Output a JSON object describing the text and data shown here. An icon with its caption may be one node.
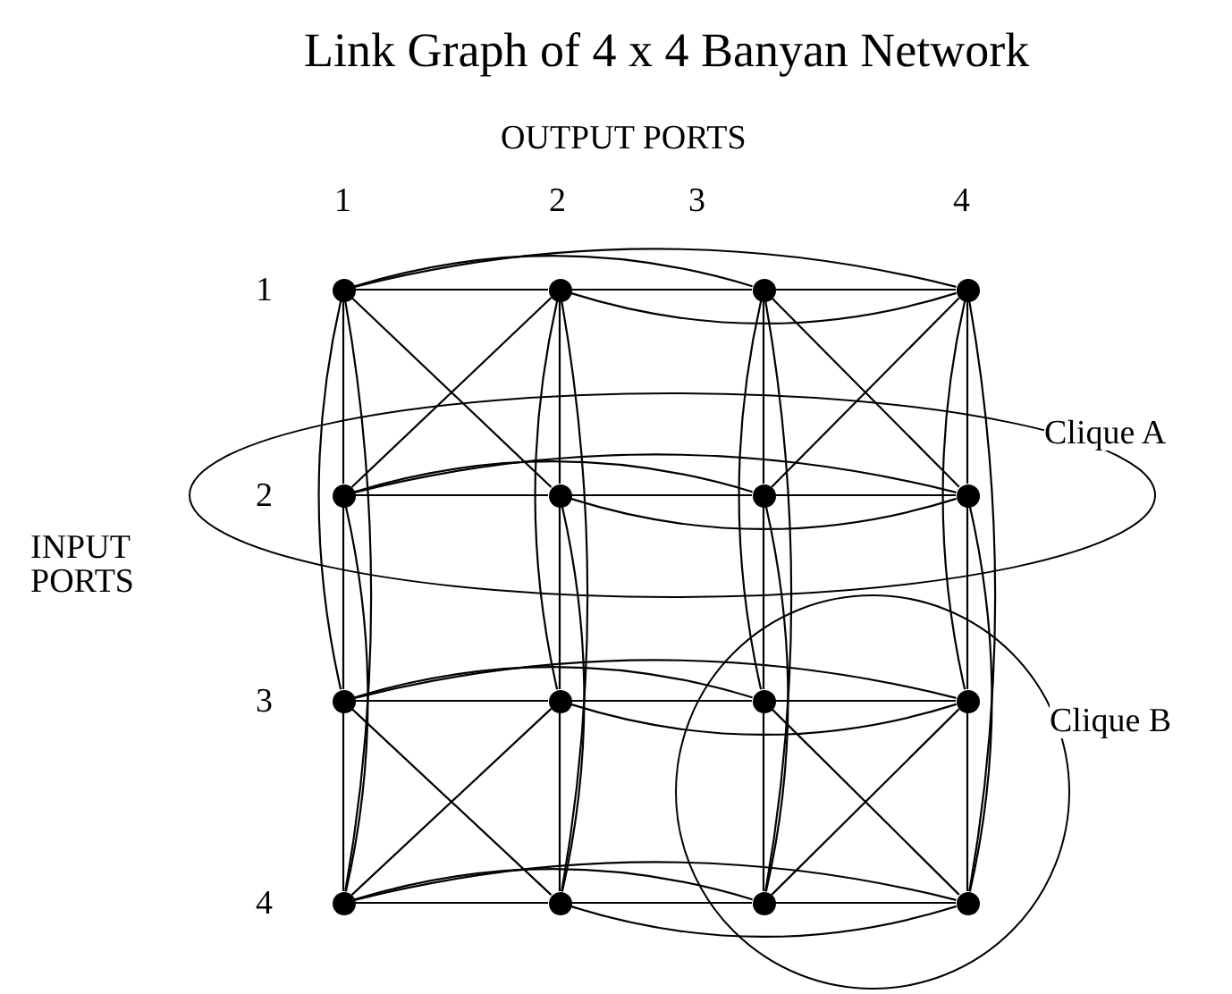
{
  "diagram": {
    "title": "Link Graph of 4 x 4 Banyan Network",
    "nodes": [
      {
        "text": [],
        "shape": "circle"
      },
      {
        "text": [],
        "shape": "circle"
      },
      {
        "text": [],
        "shape": "circle"
      },
      {
        "text": [],
        "shape": "circle"
      },
      {
        "text": [
          "Clique A"
        ]
      },
      {
        "text": [],
        "shape": "circle",
        "in": 4
      },
      {
        "text": [],
        "shape": "circle",
        "in": 4
      },
      {
        "text": [],
        "shape": "circle",
        "in": 4
      },
      {
        "text": [],
        "shape": "circle",
        "in": 4
      },
      {
        "text": [
          "Clique B"
        ]
      },
      {
        "text": [],
        "shape": "circle"
      },
      {
        "text": [],
        "shape": "circle"
      },
      {
        "text": [],
        "shape": "circle",
        "in": 9
      },
      {
        "text": [],
        "shape": "circle",
        "in": 9
      },
      {
        "text": [],
        "shape": "circle"
      },
      {
        "text": [],
        "shape": "circle"
      },
      {
        "text": [],
        "shape": "circle",
        "in": 9
      },
      {
        "text": [],
        "shape": "circle",
        "in": 9
      }
    ],
    "edges": [
      {
        "from": 0,
        "to": 1,
        "arrow": "none"
      },
      {
        "from": 1,
        "to": 2,
        "arrow": "none"
      },
      {
        "from": 2,
        "to": 3,
        "arrow": "none"
      },
      {
        "from": 0,
        "to": 2,
        "arrow": "none"
      },
      {
        "from": 1,
        "to": 3,
        "arrow": "none"
      },
      {
        "from": 0,
        "to": 3,
        "arrow": "none"
      },
      {
        "from": 5,
        "to": 6,
        "arrow": "none"
      },
      {
        "from": 6,
        "to": 7,
        "arrow": "none"
      },
      {
        "from": 7,
        "to": 8,
        "arrow": "none"
      },
      {
        "from": 5,
        "to": 7,
        "arrow": "none"
      },
      {
        "from": 6,
        "to": 8,
        "arrow": "none"
      },
      {
        "from": 5,
        "to": 8,
        "arrow": "none"
      },
      {
        "from": 10,
        "to": 11,
        "arrow": "none"
      },
      {
        "from": 11,
        "to": 12,
        "arrow": "none"
      },
      {
        "from": 12,
        "to": 13,
        "arrow": "none"
      },
      {
        "from": 10,
        "to": 12,
        "arrow": "none"
      },
      {
        "from": 11,
        "to": 13,
        "arrow": "none"
      },
      {
        "from": 10,
        "to": 13,
        "arrow": "none"
      },
      {
        "from": 14,
        "to": 15,
        "arrow": "none"
      },
      {
        "from": 15,
        "to": 16,
        "arrow": "none"
      },
      {
        "from": 16,
        "to": 17,
        "arrow": "none"
      },
      {
        "from": 14,
        "to": 16,
        "arrow": "none"
      },
      {
        "from": 15,
        "to": 17,
        "arrow": "none"
      },
      {
        "from": 14,
        "to": 17,
        "arrow": "none"
      },
      {
        "from": 0,
        "to": 5,
        "arrow": "none"
      },
      {
        "from": 5,
        "to": 10,
        "arrow": "none"
      },
      {
        "from": 10,
        "to": 14,
        "arrow": "none"
      },
      {
        "from": 0,
        "to": 10,
        "arrow": "none"
      },
      {
        "from": 5,
        "to": 14,
        "arrow": "none"
      },
      {
        "from": 0,
        "to": 14,
        "arrow": "none"
      },
      {
        "from": 1,
        "to": 6,
        "arrow": "none"
      },
      {
        "from": 6,
        "to": 11,
        "arrow": "none"
      },
      {
        "from": 11,
        "to": 15,
        "arrow": "none"
      },
      {
        "from": 1,
        "to": 11,
        "arrow": "none"
      },
      {
        "from": 6,
        "to": 15,
        "arrow": "none"
      },
      {
        "from": 1,
        "to": 15,
        "arrow": "none"
      },
      {
        "from": 2,
        "to": 7,
        "arrow": "none"
      },
      {
        "from": 7,
        "to": 12,
        "arrow": "none"
      },
      {
        "from": 12,
        "to": 16,
        "arrow": "none"
      },
      {
        "from": 2,
        "to": 12,
        "arrow": "none"
      },
      {
        "from": 7,
        "to": 16,
        "arrow": "none"
      },
      {
        "from": 2,
        "to": 16,
        "arrow": "none"
      },
      {
        "from": 3,
        "to": 8,
        "arrow": "none"
      },
      {
        "from": 8,
        "to": 13,
        "arrow": "none"
      },
      {
        "from": 13,
        "to": 17,
        "arrow": "none"
      },
      {
        "from": 3,
        "to": 13,
        "arrow": "none"
      },
      {
        "from": 8,
        "to": 17,
        "arrow": "none"
      },
      {
        "from": 3,
        "to": 17,
        "arrow": "none"
      },
      {
        "from": 0,
        "to": 6,
        "arrow": "none"
      },
      {
        "from": 1,
        "to": 5,
        "arrow": "none"
      },
      {
        "from": 2,
        "to": 8,
        "arrow": "none"
      },
      {
        "from": 3,
        "to": 7,
        "arrow": "none"
      },
      {
        "from": 10,
        "to": 15,
        "arrow": "none"
      },
      {
        "from": 11,
        "to": 14,
        "arrow": "none"
      },
      {
        "from": 12,
        "to": 17,
        "arrow": "none"
      },
      {
        "from": 13,
        "to": 16,
        "arrow": "none"
      }
    ],
    "labels": [
      "OUTPUT PORTS",
      "1",
      "2",
      "3",
      "4",
      "1",
      "2",
      "INPUT PORTS",
      "3",
      "4"
    ]
  }
}
